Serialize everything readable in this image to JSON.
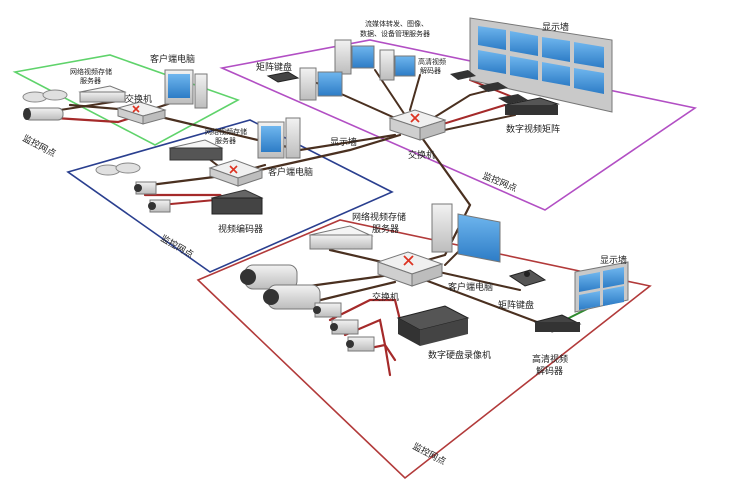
{
  "labels": {
    "nvr_storage_1": "网络视频存储",
    "nvr_storage_1b": "服务器",
    "client_pc_1": "客户端电脑",
    "switch_1": "交换机",
    "zone_1": "监控网点",
    "streaming_server_a": "流媒体转发、图像、",
    "streaming_server_b": "数据、设备管理服务器",
    "display_wall_top": "显示墙",
    "matrix_keyboard_top": "矩阵键盘",
    "hd_decoder_top_a": "高清视频",
    "hd_decoder_top_b": "解码器",
    "display_wall_mid": "显示墙",
    "switch_center": "交换机",
    "digital_matrix": "数字视频矩阵",
    "monitor_center_zone": "监控网点",
    "nvr_storage_2a": "网络视频存储",
    "nvr_storage_2b": "服务器",
    "client_pc_2": "客户端电脑",
    "video_encoder": "视频编码器",
    "zone_2": "监控网点",
    "nvr_storage_3a": "网络视频存储",
    "nvr_storage_3b": "服务器",
    "display_wall_bottom": "显示墙",
    "switch_3": "交换机",
    "client_pc_3": "客户端电脑",
    "matrix_keyboard_bottom": "矩阵键盘",
    "dvr": "数字硬盘录像机",
    "hd_decoder_bottom_a": "高清视频",
    "hd_decoder_bottom_b": "解码器",
    "zone_3": "监控网点"
  },
  "colors": {
    "zone_green": "#5fd36b",
    "zone_blue": "#2a3f8f",
    "zone_purple": "#b24fc4",
    "zone_red": "#b23a3a",
    "cable_dark": "#4a3020",
    "cable_red": "#a52a2a",
    "screen_blue": "#3d8fd6",
    "device_grey": "#d9d9d9"
  }
}
